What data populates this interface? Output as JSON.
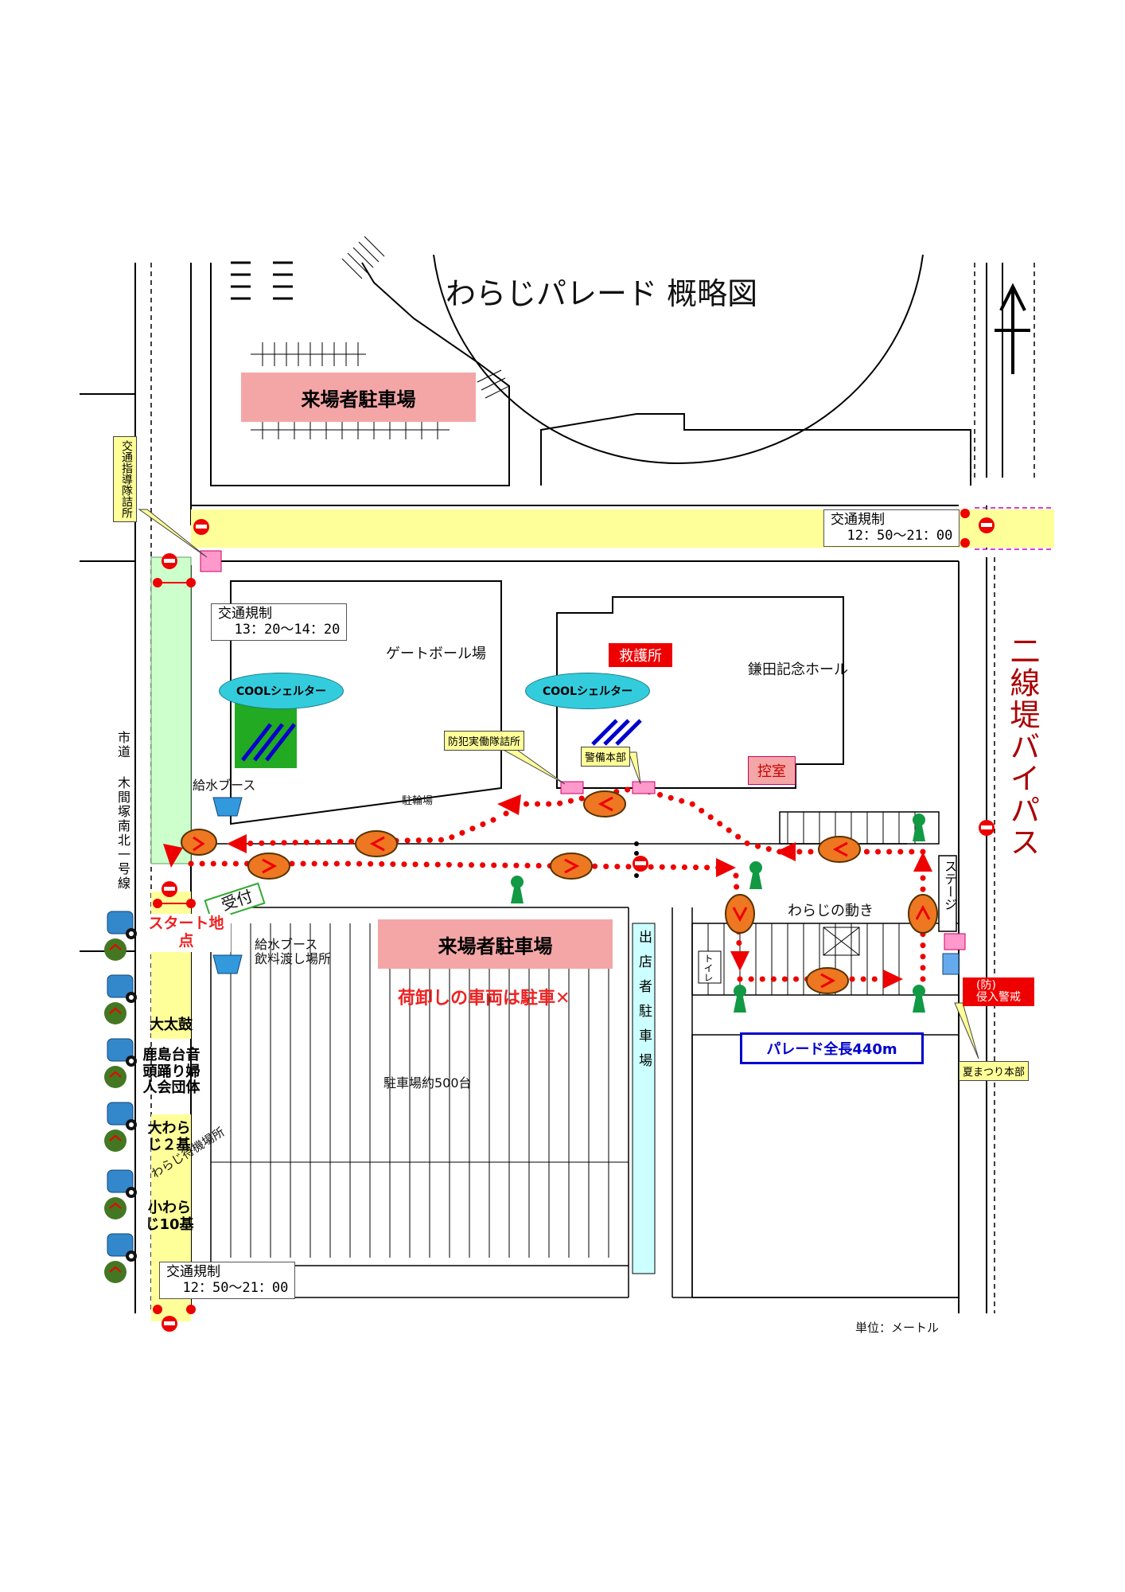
{
  "title": "わらじパレード 概略図",
  "unit_note": "単位：メートル",
  "north_mark": "N",
  "colors": {
    "road_closed": "#ffff99",
    "parking_pink": "#f4a6a6",
    "route_red": "#ee0000",
    "waraji_orange": "#ee7722",
    "green_area": "#22aa22",
    "green_path": "#ccffcc",
    "vendor_cyan": "#ccffff",
    "road_blue": "#3399cc"
  },
  "areas": {
    "parking_north": "来場者駐車場",
    "parking_center": "来場者駐車場",
    "gateball": "ゲートボール場",
    "hall": "鎌田記念ホール",
    "first_aid": "救護所",
    "waiting_room": "控室",
    "toilet": "トイレ",
    "bike_parking": "駐輪場",
    "parking_lot_note": "駐車場約500台",
    "no_unloading": "荷卸しの車両は駐車✕",
    "vendor_parking": "出店者駐車場",
    "stage": "ステージ",
    "waraji_movement": "わらじの動き",
    "reception": "受付",
    "water_booth_1": "給水ブース",
    "water_booth_2": "給水ブース\n飲料渡し場所",
    "parade_length": "パレード全長440m",
    "start_point": "スタート地点",
    "waraji_waiting": "わらじ待機場所"
  },
  "roads": {
    "bypass": "二線堤バイパス",
    "city_road": "市道 木間塚南北一号線"
  },
  "shelters": [
    "COOLシェルター",
    "COOLシェルター"
  ],
  "callouts": {
    "traffic_post": "交通指導隊詰所",
    "crime_post": "防犯実働隊詰所",
    "security_hq": "警備本部",
    "festival_hq": "夏まつり本部",
    "intrusion_guard": "(防)\n侵入警戒"
  },
  "traffic_regulations": [
    {
      "label": "交通規制",
      "time": "12：50〜21：00"
    },
    {
      "label": "交通規制",
      "time": "13：20〜14：20"
    },
    {
      "label": "交通規制",
      "time": "12：50〜21：00"
    }
  ],
  "groups": [
    "大太鼓",
    "鹿島台音頭踊り婦人会団体",
    "大わらじ２基",
    "小わらじ10基"
  ]
}
